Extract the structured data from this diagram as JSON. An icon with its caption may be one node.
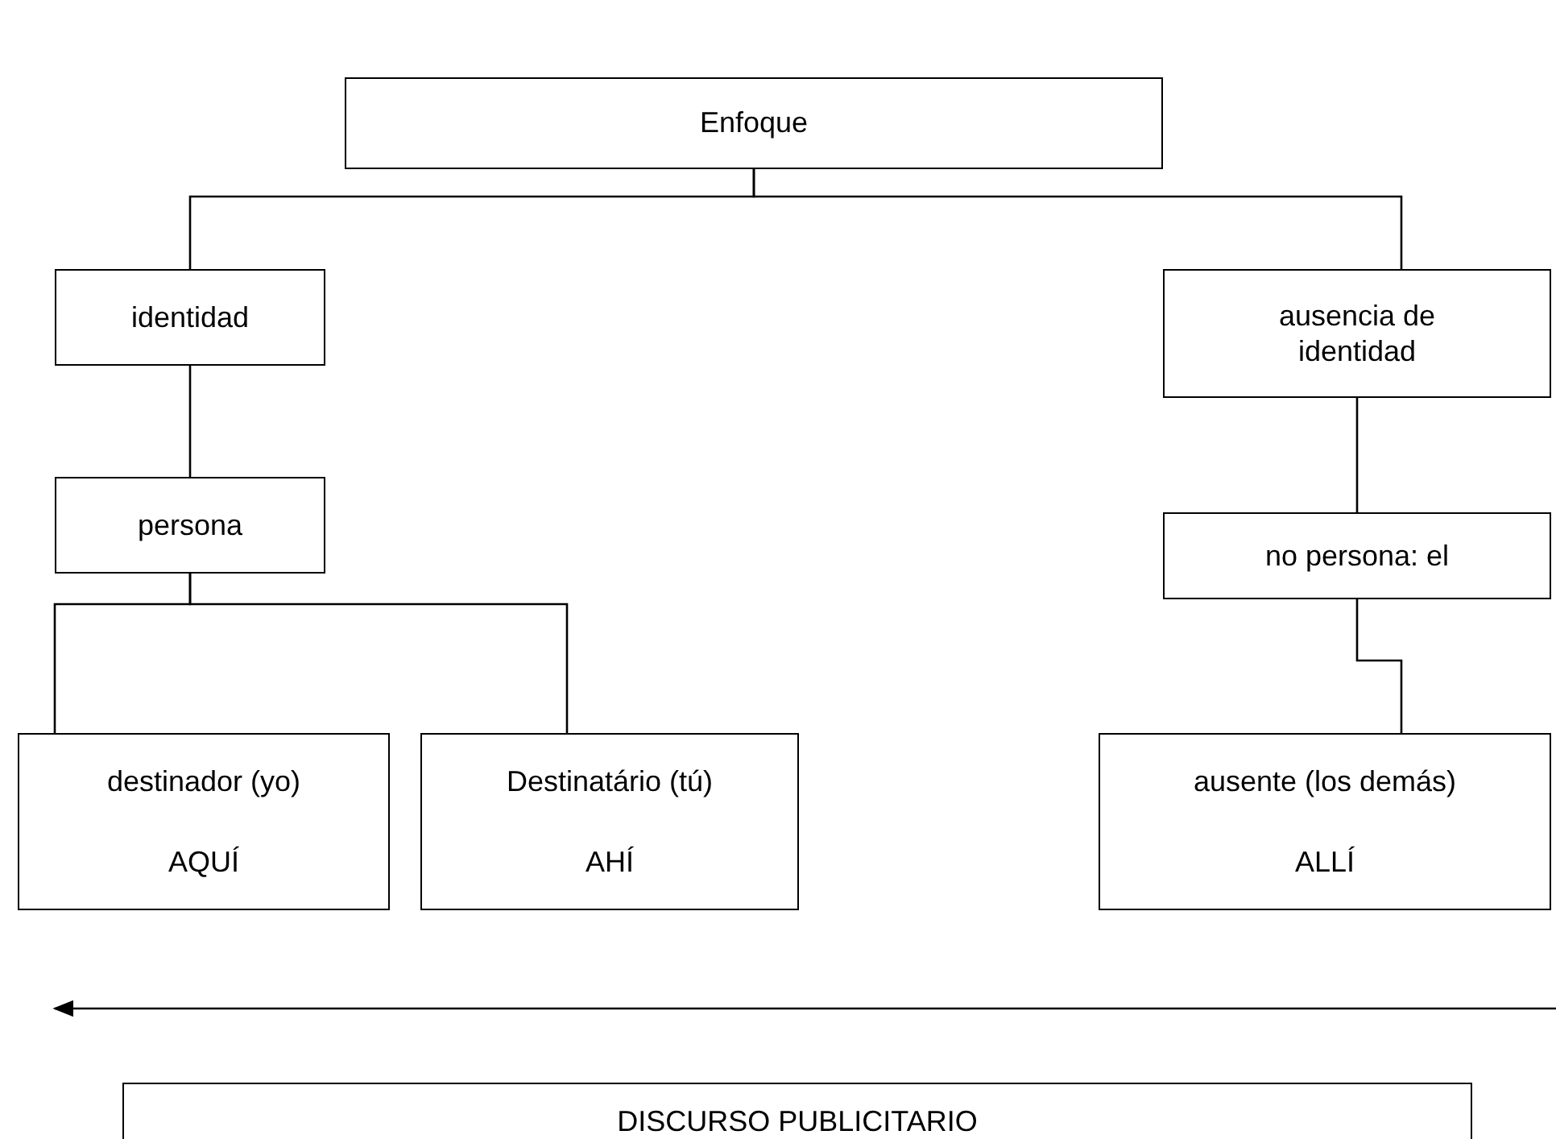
{
  "diagram": {
    "nodes": [
      {
        "text": [
          "Enfoque"
        ]
      },
      {
        "text": [
          "identidad"
        ]
      },
      {
        "text": [
          "ausencia de identidad"
        ]
      },
      {
        "text": [
          "persona"
        ]
      },
      {
        "text": [
          "no persona: el"
        ]
      },
      {
        "text": [
          "destinador (yo)",
          "AQUÍ"
        ]
      },
      {
        "text": [
          "Destinatário (tú)",
          "AHÍ"
        ]
      },
      {
        "text": [
          "ausente (los demás)",
          "ALLÍ"
        ]
      },
      {
        "text": [
          "DISCURSO PUBLICITARIO"
        ]
      }
    ],
    "edges": [
      {
        "from": 0,
        "to": 1,
        "arrow": "none"
      },
      {
        "from": 0,
        "to": 2,
        "arrow": "none"
      },
      {
        "from": 1,
        "to": 3,
        "arrow": "none"
      },
      {
        "from": 3,
        "to": 5,
        "arrow": "none"
      },
      {
        "from": 3,
        "to": 6,
        "arrow": "none"
      },
      {
        "from": 2,
        "to": 4,
        "arrow": "none"
      },
      {
        "from": 4,
        "to": 7,
        "arrow": "none"
      }
    ]
  }
}
